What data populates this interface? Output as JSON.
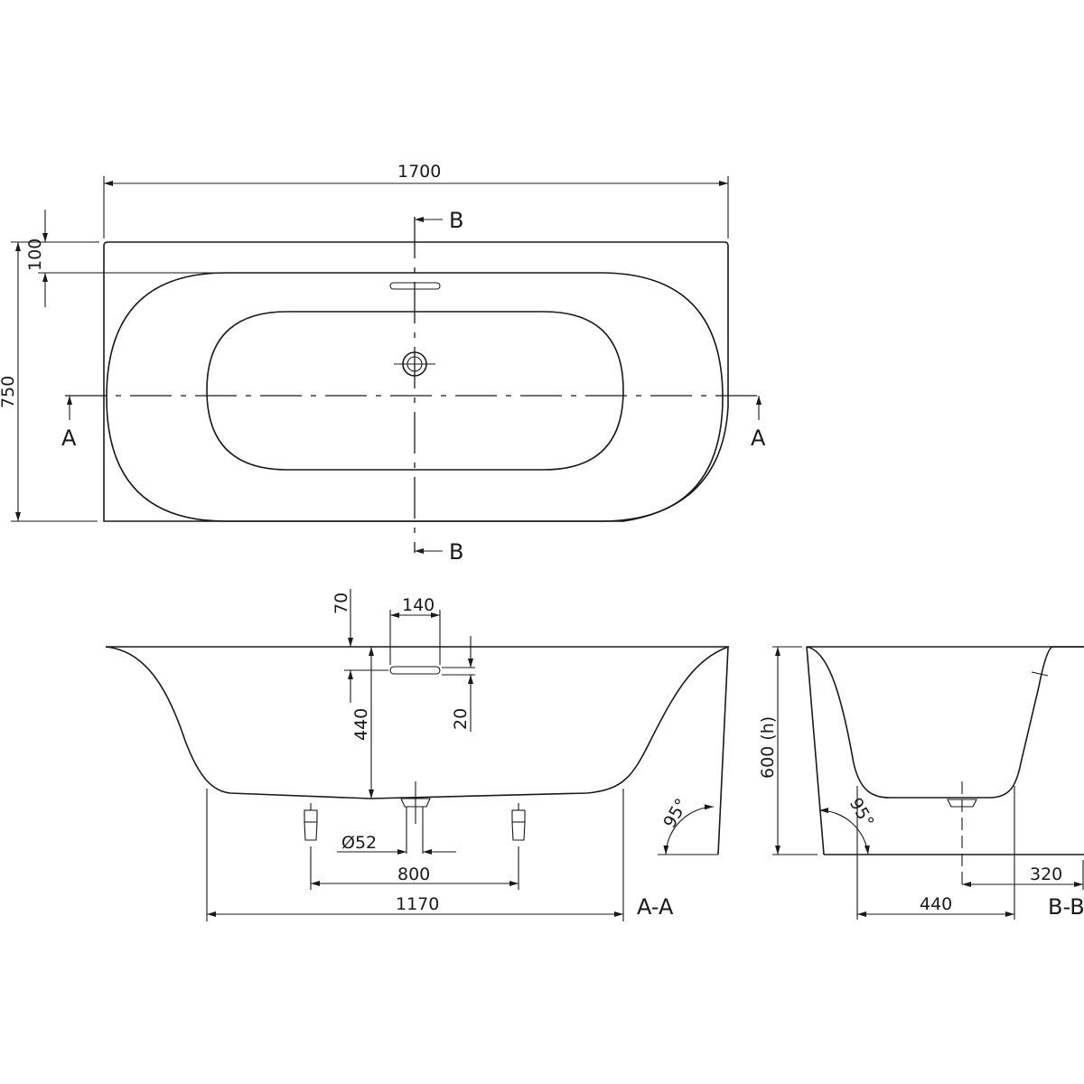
{
  "top_view": {
    "width_dim": "1700",
    "depth_dim": "750",
    "rim_dim": "100",
    "section_a_left": "A",
    "section_a_right": "A",
    "section_b_top": "B",
    "section_b_bottom": "B"
  },
  "section_aa": {
    "overflow_offset": "70",
    "overflow_width": "140",
    "overflow_height": "20",
    "depth": "440",
    "drain_diameter": "Ø52",
    "feet_spacing": "800",
    "floor_length": "1170",
    "angle": "95°",
    "label": "A-A"
  },
  "section_bb": {
    "height": "600 (h)",
    "angle": "95°",
    "drain_offset": "320",
    "floor_width": "440",
    "label": "B-B"
  }
}
